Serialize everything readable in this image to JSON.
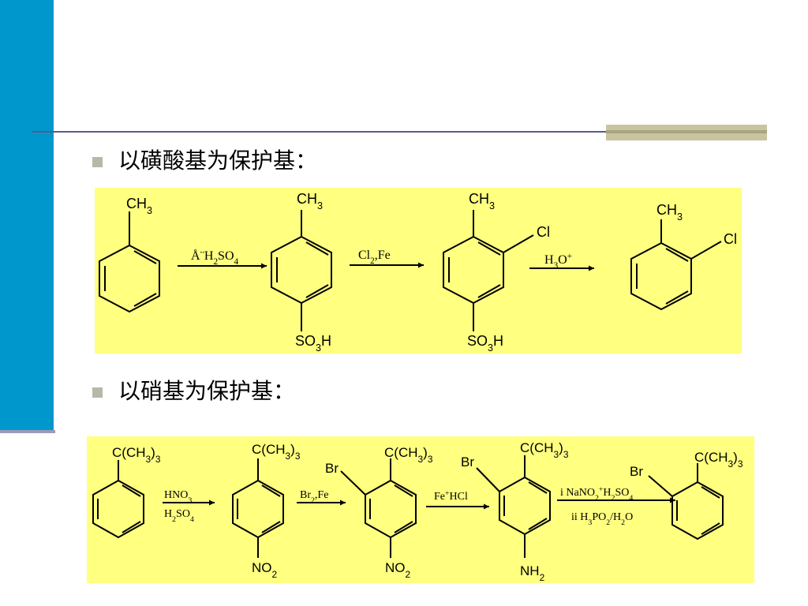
{
  "headings": {
    "sulfonic": "以磺酸基为保护基：",
    "nitro": "以硝基为保护基："
  },
  "colors": {
    "accent_bar": "#0098cc",
    "panel": "#ffff80",
    "rule": "#5a5a8c",
    "rule_block": "#c8c4a0"
  },
  "scheme1": {
    "labels": {
      "ch3_1": "CH3",
      "ch3_2": "CH3",
      "so3h_2": "SO3H",
      "ch3_3": "CH3",
      "cl_3": "Cl",
      "so3h_3": "SO3H",
      "ch3_4": "CH3",
      "cl_4": "Cl"
    },
    "arrows": {
      "a1": "Å¨H2SO4",
      "a2": "Cl2,Fe",
      "a3": "H3O+"
    }
  },
  "scheme2": {
    "labels": {
      "tbu_1": "C(CH3)3",
      "tbu_2": "C(CH3)3",
      "no2_2": "NO2",
      "tbu_3": "C(CH3)3",
      "br_3": "Br",
      "no2_3": "NO2",
      "tbu_4": "C(CH3)3",
      "br_4": "Br",
      "nh2_4": "NH2",
      "tbu_5": "C(CH3)3",
      "br_5": "Br"
    },
    "arrows": {
      "a1_top": "HNO3",
      "a1_bottom": "H2SO4",
      "a2": "Br2,Fe",
      "a3": "Fe+HCl",
      "a4_top": "i NaNO2+H2SO4",
      "a4_bottom": "ii H3PO2/H2O"
    }
  }
}
